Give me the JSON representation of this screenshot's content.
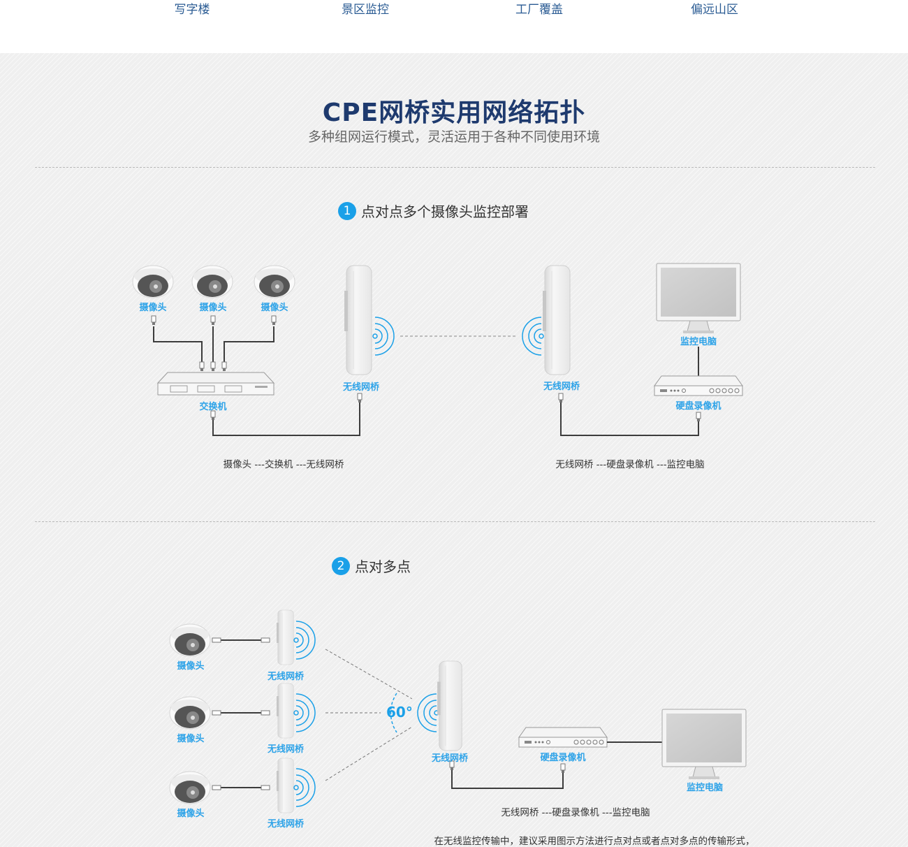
{
  "top_scenes": [
    "写字楼",
    "景区监控",
    "工厂覆盖",
    "偏远山区"
  ],
  "title": "CPE网桥实用网络拓扑",
  "subtitle": "多种组网运行模式，灵活运用于各种不同使用环境",
  "section1": {
    "number": "1",
    "heading": "点对点多个摄像头监控部署",
    "labels": {
      "camera": "摄像头",
      "switch": "交换机",
      "bridge": "无线网桥",
      "monitor": "监控电脑",
      "nvr": "硬盘录像机"
    },
    "caption_left": "摄像头 ---交换机 ---无线网桥",
    "caption_right": "无线网桥 ---硬盘录像机  ---监控电脑"
  },
  "section2": {
    "number": "2",
    "heading": "点对多点",
    "angle": "60°",
    "labels": {
      "camera": "摄像头",
      "bridge": "无线网桥",
      "nvr": "硬盘录像机",
      "monitor": "监控电脑"
    },
    "caption": "无线网桥 ---硬盘录像机  ---监控电脑",
    "note": "在无线监控传输中，建议采用图示方法进行点对点或者点对多点的传输形式，"
  },
  "colors": {
    "title": "#1e3a6e",
    "accent": "#1aa0e8",
    "label": "#2ea3e8",
    "scene_text": "#2a5b93"
  }
}
